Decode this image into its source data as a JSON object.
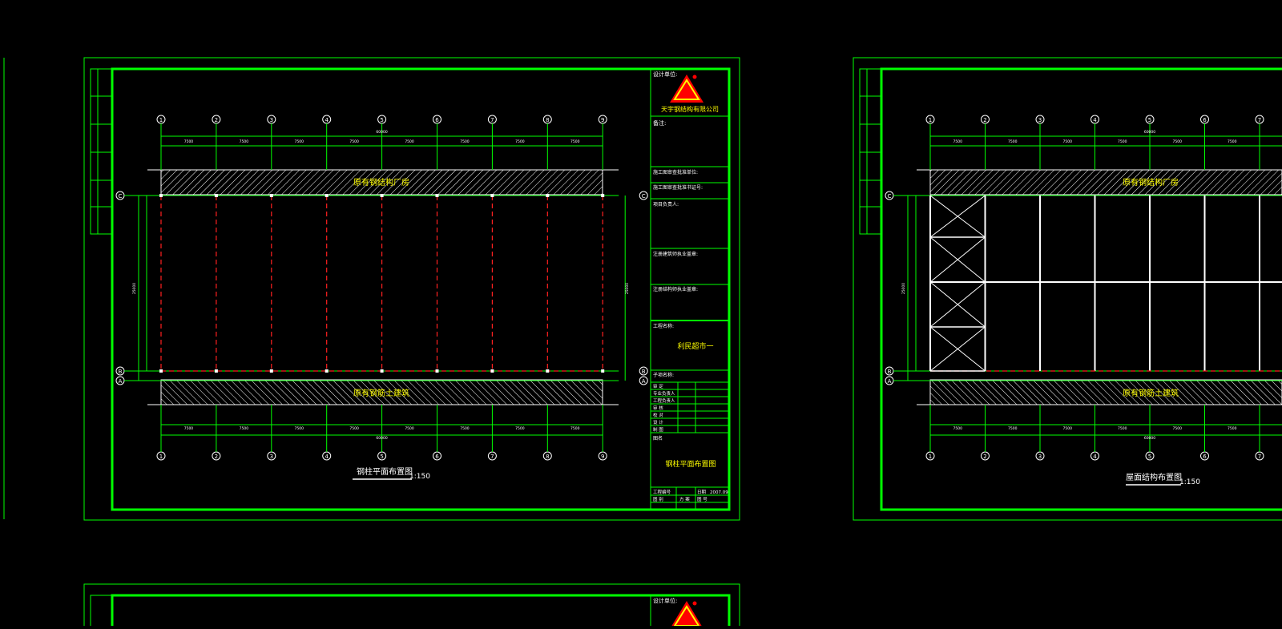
{
  "colors": {
    "background": "#000000",
    "frame": "#00ff00",
    "grid": "#00ff00",
    "column_dash": "#ff2020",
    "text_white": "#ffffff",
    "text_yellow": "#ffff00",
    "logo_red": "#ff0000"
  },
  "sheets": [
    {
      "company_header": "设计单位:",
      "company_name": "天宇钢结构有限公司",
      "remark_label": "备注:",
      "rows": [
        "施工图审查批准单位:",
        "施工图审查批准书证号:",
        "项目负责人:",
        "注册建筑师执业盖章:",
        "注册结构师执业盖章:"
      ],
      "project_label": "工程名称:",
      "project_name": "利民超市一",
      "subitem_label": "子项名称:",
      "sign_rows": [
        "审 定",
        "专业负责人",
        "工程负责人",
        "审 核",
        "校 对",
        "设 计",
        "制 图"
      ],
      "drawing_label": "图名",
      "drawing_name": "钢柱平面布置图",
      "footer": [
        "工程编号",
        "日期",
        "2007.09",
        "图 别",
        "方 案",
        "图 号"
      ],
      "plan_title": "钢柱平面布置图",
      "plan_scale": "1:150",
      "top_band": "原有钢结构厂房",
      "bottom_band": "原有钢筋土建筑"
    },
    {
      "plan_title": "屋面结构布置图",
      "plan_scale": "1:150",
      "top_band": "原有钢结构厂房",
      "bottom_band": "原有钢筋土建筑"
    },
    {
      "company_header": "设计单位:"
    }
  ],
  "axes": {
    "numbers": [
      "1",
      "2",
      "3",
      "4",
      "5",
      "6",
      "7",
      "8",
      "9"
    ],
    "letters": [
      "C",
      "B",
      "A"
    ],
    "bay_dim": "7500",
    "total_dim": "60000",
    "depth_dim": "25000"
  }
}
